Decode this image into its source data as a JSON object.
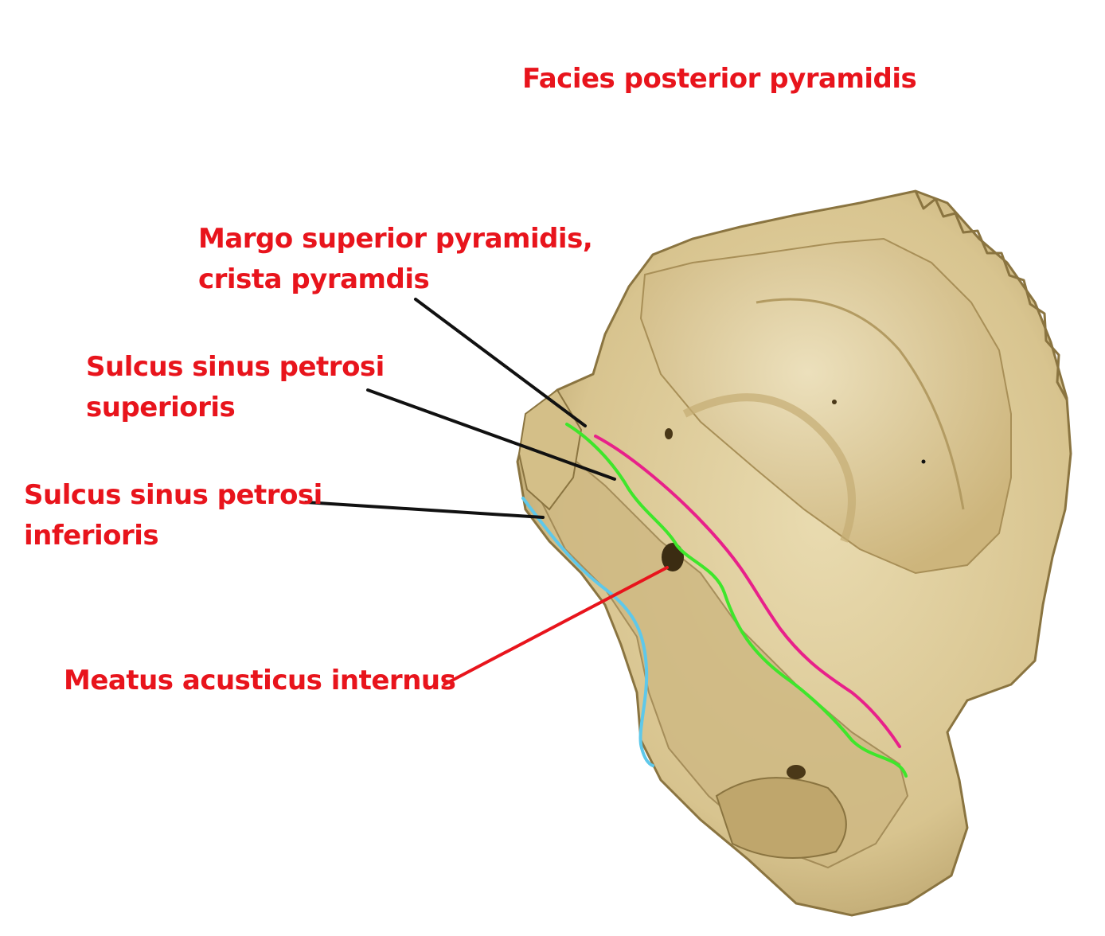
{
  "colors": {
    "label_text": "#e8141c",
    "bone_fill": "#d8c48f",
    "bone_light": "#e9dbb0",
    "bone_shadow": "#a88f57",
    "bone_edge": "#8a7440",
    "leader_black": "#111111",
    "leader_red": "#e8141c",
    "crest_magenta": "#e8208a",
    "sulcus_superior_green": "#3ee62b",
    "sulcus_inferior_blue": "#5ec8ea"
  },
  "labels": {
    "title": "Facies posterior pyramidis",
    "margo": {
      "line1": "Margo superior pyramidis,",
      "line2": "crista pyramdis"
    },
    "sulcus_superior": {
      "line1": "Sulcus sinus petrosi",
      "line2": "superioris"
    },
    "sulcus_inferior": {
      "line1": "Sulcus sinus petrosi",
      "line2": "inferioris"
    },
    "meatus": "Meatus acusticus internus"
  }
}
